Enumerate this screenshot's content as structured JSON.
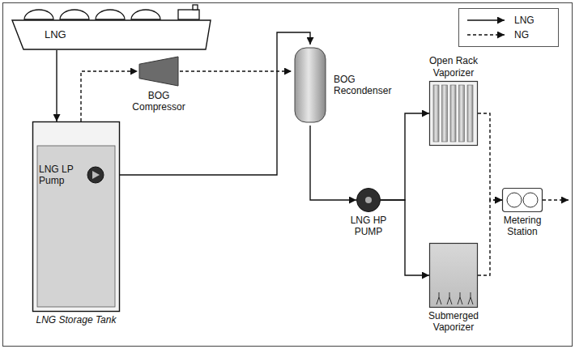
{
  "diagram": {
    "nodes": [
      {
        "text": [
          "LNG"
        ]
      },
      {
        "text": [
          "BOG Compressor"
        ]
      },
      {
        "text": [
          "BOG Recondenser"
        ]
      },
      {
        "text": [
          "Open Rack Vaporizer"
        ]
      },
      {
        "text": [
          "LNG HP PUMP"
        ]
      },
      {
        "text": [
          "Metering Station"
        ]
      },
      {
        "text": [
          "Submerged Vaporizer"
        ]
      },
      {
        "text": [
          "LNG Storage Tank"
        ]
      },
      {
        "text": [
          "LNG LP Pump"
        ],
        "in": 7
      }
    ],
    "edges": [
      {
        "from": 0,
        "to": 7,
        "arrow": "to"
      },
      {
        "from": 7,
        "to": 1,
        "arrow": "to"
      },
      {
        "from": 1,
        "to": 2,
        "arrow": "to"
      },
      {
        "from": 8,
        "to": 2,
        "arrow": "to"
      },
      {
        "from": 2,
        "to": 4,
        "arrow": "to"
      },
      {
        "from": 4,
        "to": 3,
        "arrow": "to"
      },
      {
        "from": 4,
        "to": 6,
        "arrow": "to"
      },
      {
        "from": 3,
        "to": 5,
        "arrow": "to"
      },
      {
        "from": 6,
        "to": 5,
        "arrow": "to"
      }
    ],
    "legend": [
      {
        "text": "LNG"
      },
      {
        "text": "NG"
      }
    ]
  }
}
